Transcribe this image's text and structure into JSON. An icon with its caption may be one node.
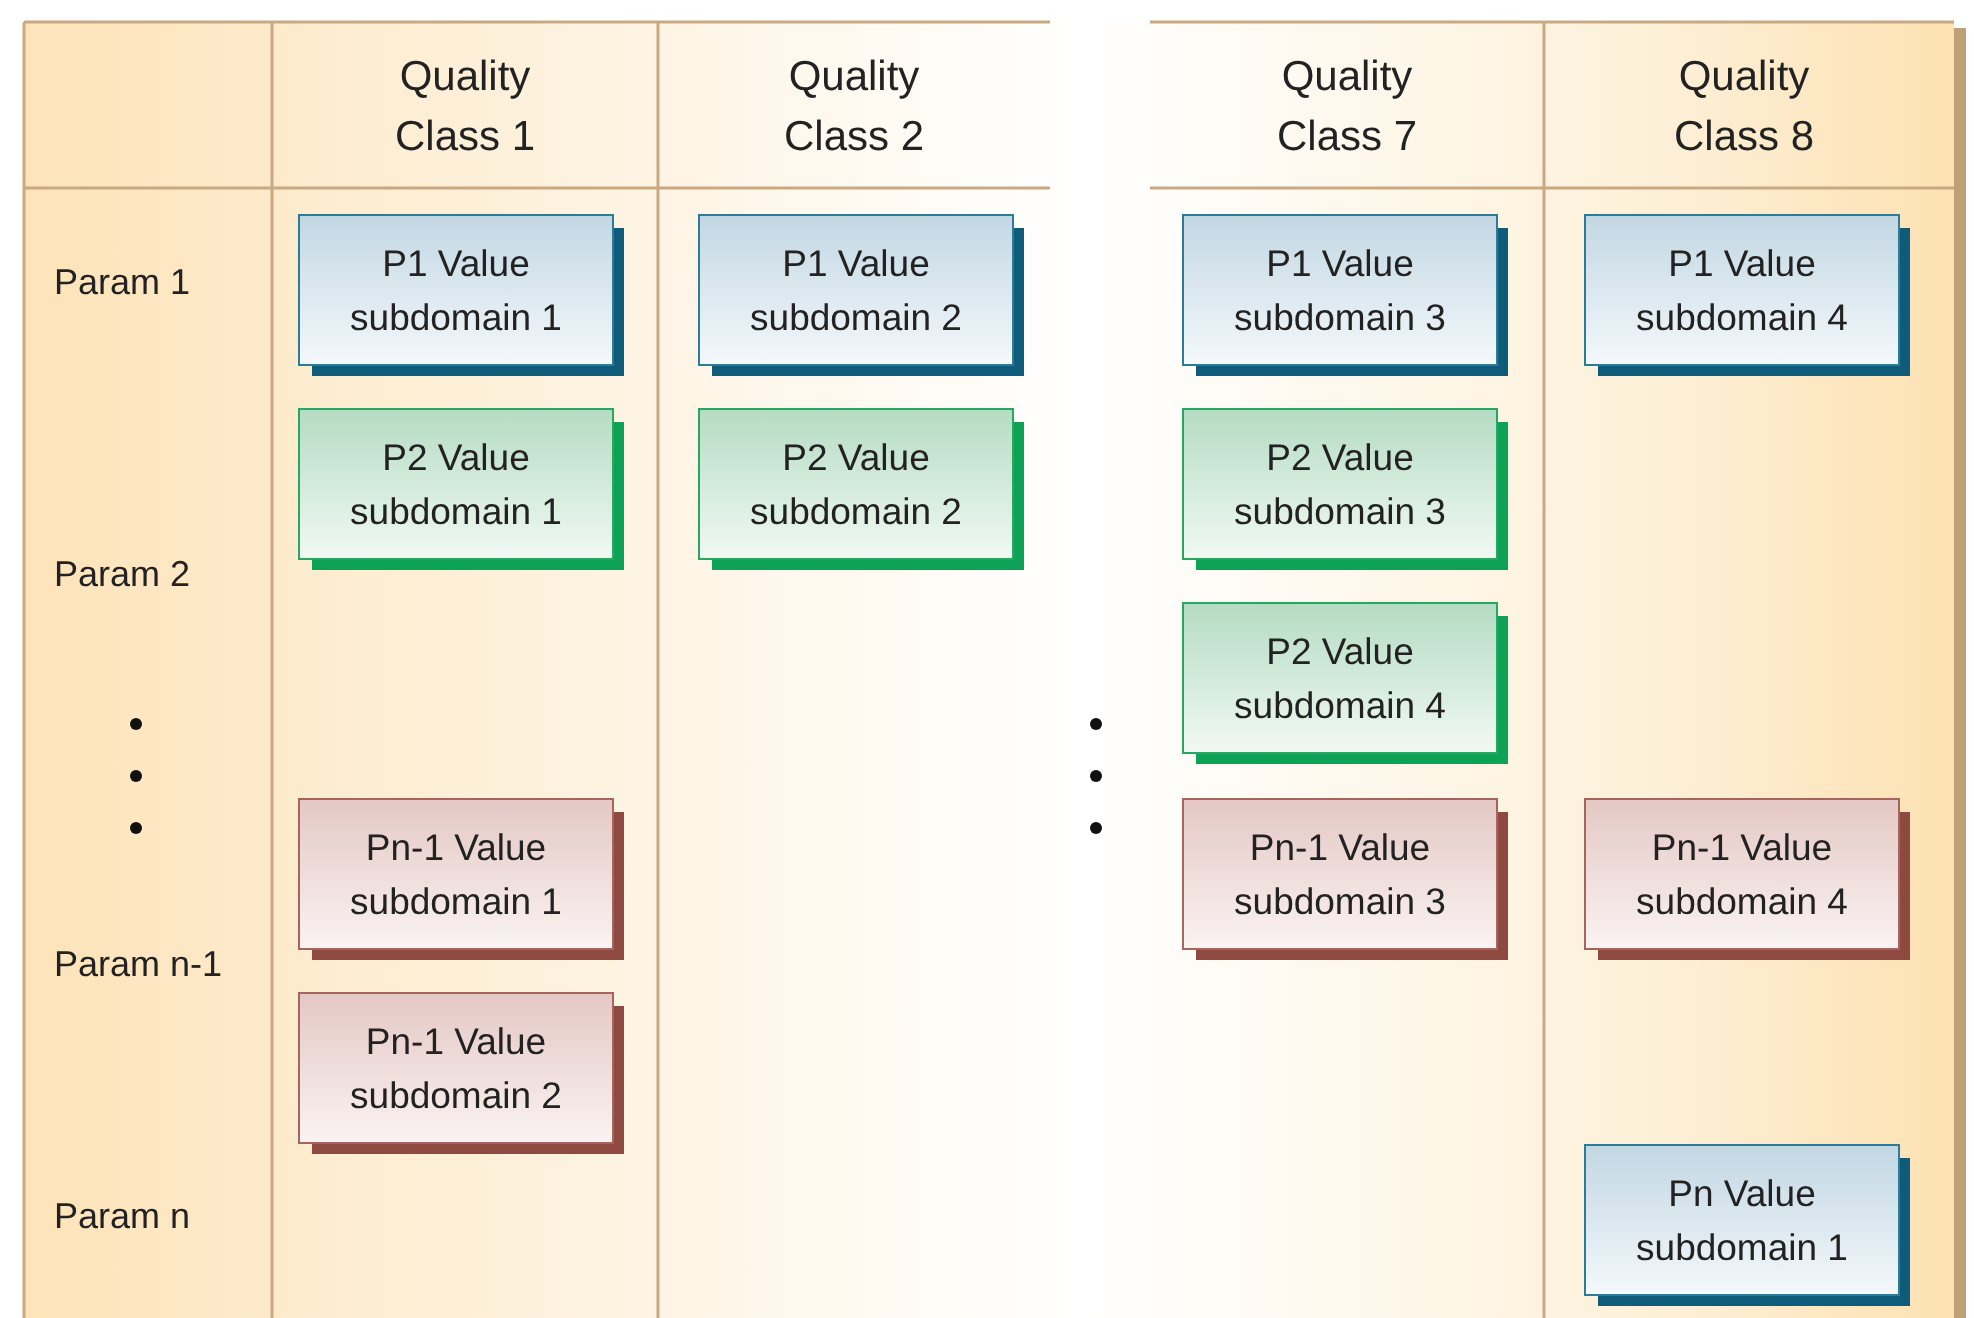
{
  "diagram": {
    "nodes": [
      {
        "text": [
          "P1 Value subdomain 1"
        ]
      },
      {
        "text": [
          "P1 Value subdomain 2"
        ]
      },
      {
        "text": [
          "P1 Value subdomain 3"
        ]
      },
      {
        "text": [
          "P1 Value subdomain 4"
        ]
      },
      {
        "text": [
          "P2 Value subdomain 1"
        ]
      },
      {
        "text": [
          "P2 Value subdomain 2"
        ]
      },
      {
        "text": [
          "P2 Value subdomain 3"
        ]
      },
      {
        "text": [
          "P2 Value subdomain 4"
        ]
      },
      {
        "text": [
          "Pn-1 Value subdomain 1"
        ]
      },
      {
        "text": [
          "Pn-1 Value subdomain 3"
        ]
      },
      {
        "text": [
          "Pn-1 Value subdomain 4"
        ]
      },
      {
        "text": [
          "Pn-1 Value subdomain 2"
        ]
      },
      {
        "text": [
          "Pn Value subdomain 1"
        ]
      }
    ],
    "labels": [
      "Quality Class 1",
      "Quality Class 2",
      "Quality Class 7",
      "Quality Class 8",
      "Param 1",
      "Param 2",
      "Param n-1",
      "Param n"
    ]
  }
}
